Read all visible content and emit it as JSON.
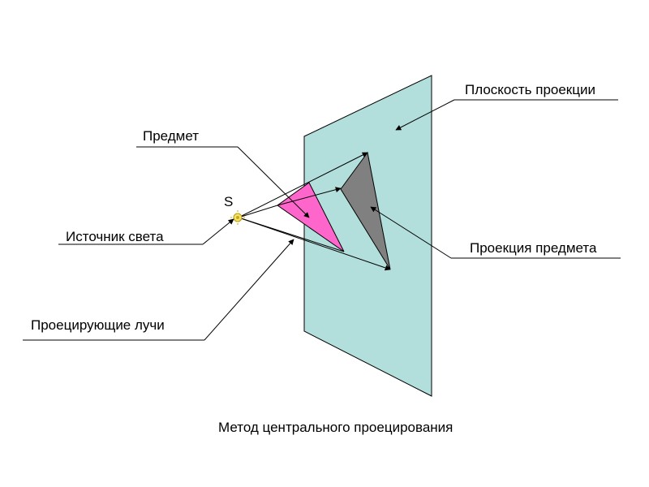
{
  "labels": {
    "plane": "Плоскость проекции",
    "object": "Предмет",
    "source_letter": "S",
    "light_source": "Источник света",
    "projecting_rays": "Проецирующие лучи",
    "projection": "Проекция предмета",
    "caption": "Метод центрального проецирования"
  },
  "colors": {
    "plane_fill": "#b2dfdb",
    "object_fill": "#ff66cc",
    "projection_fill": "#808080",
    "line": "#000000",
    "source_icon": "#e8d44a"
  },
  "icons": {
    "source": "sun-icon"
  }
}
